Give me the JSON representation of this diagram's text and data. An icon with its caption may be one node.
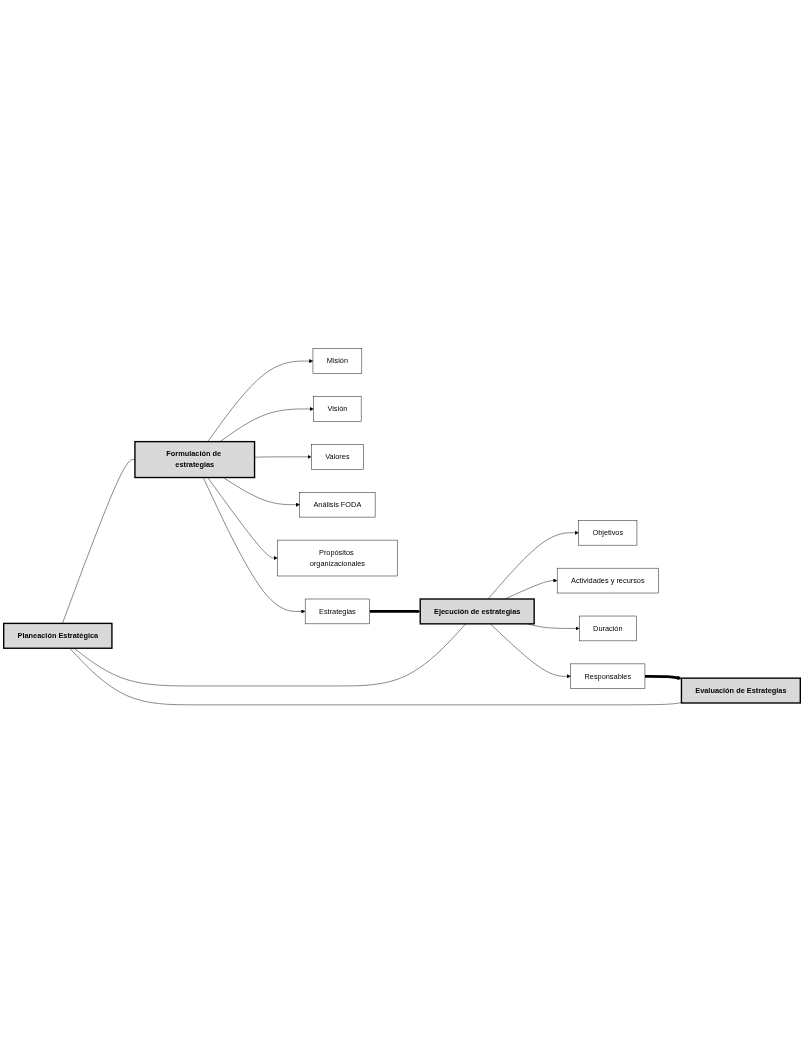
{
  "diagram": {
    "nodes": [
      {
        "text": [
          "Planeación Estratégica"
        ]
      },
      {
        "text": [
          "Formulación de estrategias"
        ]
      },
      {
        "text": [
          "Misión"
        ]
      },
      {
        "text": [
          "Visión"
        ]
      },
      {
        "text": [
          "Valores"
        ]
      },
      {
        "text": [
          "Análisis FODA"
        ]
      },
      {
        "text": [
          "Propósitos organizacionales"
        ]
      },
      {
        "text": [
          "Estrategias"
        ]
      },
      {
        "text": [
          "Ejecución de estrategias"
        ]
      },
      {
        "text": [
          "Objetivos"
        ]
      },
      {
        "text": [
          "Actividades y recursos"
        ]
      },
      {
        "text": [
          "Duración"
        ]
      },
      {
        "text": [
          "Responsables"
        ]
      },
      {
        "text": [
          "Evaluación de Estrategias"
        ]
      }
    ],
    "edges": [
      {
        "from": 0,
        "to": 1,
        "arrow": "none"
      },
      {
        "from": 0,
        "to": 8,
        "arrow": "none"
      },
      {
        "from": 0,
        "to": 13,
        "arrow": "none"
      },
      {
        "from": 1,
        "to": 2,
        "arrow": "to"
      },
      {
        "from": 1,
        "to": 3,
        "arrow": "to"
      },
      {
        "from": 1,
        "to": 4,
        "arrow": "to"
      },
      {
        "from": 1,
        "to": 5,
        "arrow": "to"
      },
      {
        "from": 1,
        "to": 6,
        "arrow": "to"
      },
      {
        "from": 1,
        "to": 7,
        "arrow": "to"
      },
      {
        "from": 7,
        "to": 8,
        "arrow": "to",
        "style": "thick"
      },
      {
        "from": 8,
        "to": 9,
        "arrow": "to"
      },
      {
        "from": 8,
        "to": 10,
        "arrow": "to"
      },
      {
        "from": 8,
        "to": 11,
        "arrow": "to"
      },
      {
        "from": 8,
        "to": 12,
        "arrow": "to"
      },
      {
        "from": 12,
        "to": 13,
        "arrow": "to",
        "style": "thick"
      }
    ]
  }
}
